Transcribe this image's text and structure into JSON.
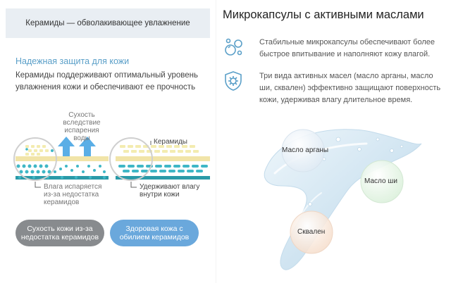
{
  "left": {
    "banner": "Керамиды — обволакивающее увлажнение",
    "subtitle": "Надежная защита для кожи",
    "description": "Керамиды поддерживают оптимальный уровень увлажнения кожи и обеспечивают ее прочность",
    "diagram": {
      "dryness_note": "Сухость вследствие испарения воды",
      "ceramides_label": "Керамиды",
      "evaporation_note": "Влага испаряется из-за недостатка керамидов",
      "retain_note": "Удерживают влагу внутри кожи"
    },
    "pills": {
      "dry_skin": "Сухость кожи из-за недостатка керамидов",
      "healthy_skin": "Здоровая кожа с обилием керамидов"
    }
  },
  "right": {
    "title": "Микрокапсулы с активными маслами",
    "features": [
      {
        "icon": "bubbles-icon",
        "text": "Стабильные микрокапсулы обеспечивают более быстрое впитывание и наполняют кожу влагой."
      },
      {
        "icon": "shield-virus-icon",
        "text": "Три вида активных масел (масло арганы, масло ши, сквален) эффективно защищают поверхность кожи, удерживая влагу длительное время."
      }
    ],
    "bubbles": {
      "argan": "Масло арганы",
      "shea": "Масло ши",
      "squalane": "Сквален"
    }
  },
  "colors": {
    "accent_blue": "#5a9fc8",
    "arrow_blue": "#5aaee6",
    "teal_dot": "#3fb7c6",
    "yellow_cell": "#f3ecb0",
    "pill_gray": "#888b8e",
    "pill_blue": "#6aa8dc"
  }
}
